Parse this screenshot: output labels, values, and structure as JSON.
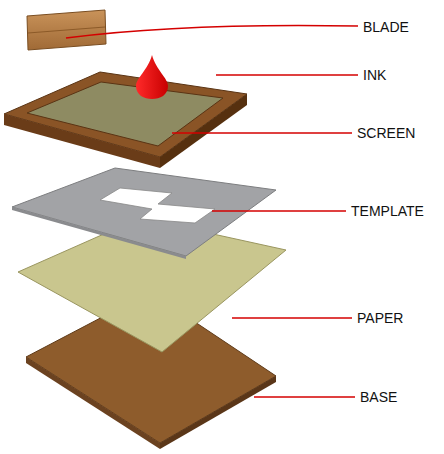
{
  "diagram": {
    "labels": [
      "BLADE",
      "INK",
      "SCREEN",
      "TEMPLATE",
      "PAPER",
      "BASE"
    ]
  }
}
